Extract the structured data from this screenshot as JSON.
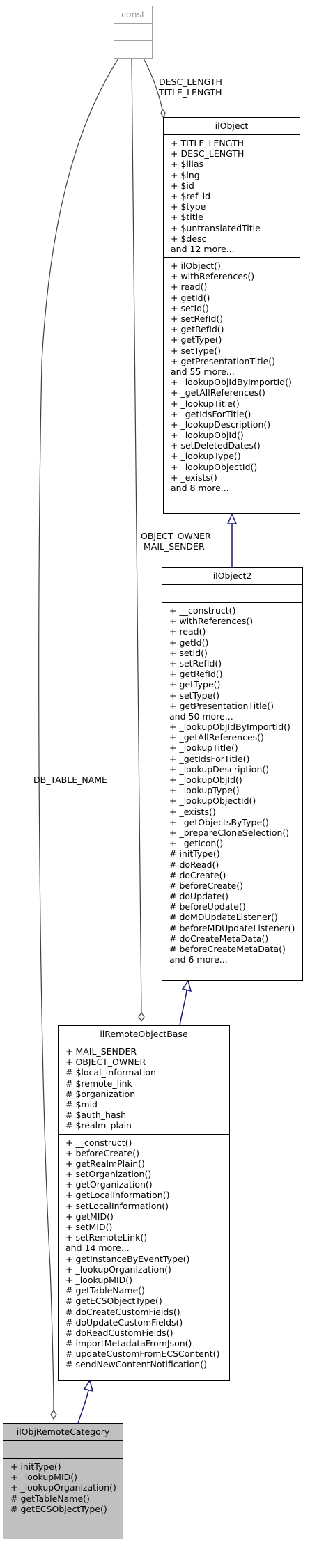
{
  "classes": {
    "const": {
      "name": "const"
    },
    "ilObject": {
      "name": "ilObject",
      "attributes": [
        "+ TITLE_LENGTH",
        "+ DESC_LENGTH",
        "+ $ilias",
        "+ $lng",
        "+ $id",
        "+ $ref_id",
        "+ $type",
        "+ $title",
        "+ $untranslatedTitle",
        "+ $desc",
        "and 12 more..."
      ],
      "methods": [
        "+ ilObject()",
        "+ withReferences()",
        "+ read()",
        "+ getId()",
        "+ setId()",
        "+ setRefId()",
        "+ getRefId()",
        "+ getType()",
        "+ setType()",
        "+ getPresentationTitle()",
        "and 55 more...",
        "+ _lookupObjIdByImportId()",
        "+ _getAllReferences()",
        "+ _lookupTitle()",
        "+ _getIdsForTitle()",
        "+ _lookupDescription()",
        "+ _lookupObjId()",
        "+ setDeletedDates()",
        "+ _lookupType()",
        "+ _lookupObjectId()",
        "+ _exists()",
        "and 8 more..."
      ]
    },
    "ilObject2": {
      "name": "ilObject2",
      "methods": [
        "+ __construct()",
        "+ withReferences()",
        "+ read()",
        "+ getId()",
        "+ setId()",
        "+ setRefId()",
        "+ getRefId()",
        "+ getType()",
        "+ setType()",
        "+ getPresentationTitle()",
        "and 50 more...",
        "+ _lookupObjIdByImportId()",
        "+ _getAllReferences()",
        "+ _lookupTitle()",
        "+ _getIdsForTitle()",
        "+ _lookupDescription()",
        "+ _lookupObjId()",
        "+ _lookupType()",
        "+ _lookupObjectId()",
        "+ _exists()",
        "+ _getObjectsByType()",
        "+ _prepareCloneSelection()",
        "+ _getIcon()",
        "# initType()",
        "# doRead()",
        "# doCreate()",
        "# beforeCreate()",
        "# doUpdate()",
        "# beforeUpdate()",
        "# doMDUpdateListener()",
        "# beforeMDUpdateListener()",
        "# doCreateMetaData()",
        "# beforeCreateMetaData()",
        "and 6 more..."
      ]
    },
    "ilRemoteObjectBase": {
      "name": "ilRemoteObjectBase",
      "attributes": [
        "+ MAIL_SENDER",
        "+ OBJECT_OWNER",
        "# $local_information",
        "# $remote_link",
        "# $organization",
        "# $mid",
        "# $auth_hash",
        "# $realm_plain"
      ],
      "methods": [
        "+ __construct()",
        "+ beforeCreate()",
        "+ getRealmPlain()",
        "+ setOrganization()",
        "+ getOrganization()",
        "+ getLocalInformation()",
        "+ setLocalInformation()",
        "+ getMID()",
        "+ setMID()",
        "+ setRemoteLink()",
        "and 14 more...",
        "+ getInstanceByEventType()",
        "+ _lookupOrganization()",
        "+ _lookupMID()",
        "# getTableName()",
        "# getECSObjectType()",
        "# doCreateCustomFields()",
        "# doUpdateCustomFields()",
        "# doReadCustomFields()",
        "# importMetadataFromJson()",
        "# updateCustomFromECSContent()",
        "# sendNewContentNotification()"
      ]
    },
    "ilObjRemoteCategory": {
      "name": "ilObjRemoteCategory",
      "methods": [
        "+ initType()",
        "+ _lookupMID()",
        "+ _lookupOrganization()",
        "# getTableName()",
        "# getECSObjectType()"
      ]
    }
  },
  "edge_labels": {
    "const_to_ilObject": [
      "DESC_LENGTH",
      "TITLE_LENGTH"
    ],
    "const_to_ilRemoteObjectBase": [
      "OBJECT_OWNER",
      "MAIL_SENDER"
    ],
    "const_to_ilObjRemoteCategory": [
      "DB_TABLE_NAME"
    ]
  },
  "colors": {
    "inheritance_arrow": "#191970",
    "usage_line": "#404040",
    "highlight_fill": "#c0c0c0",
    "ghost_border": "#a0a0a0"
  }
}
